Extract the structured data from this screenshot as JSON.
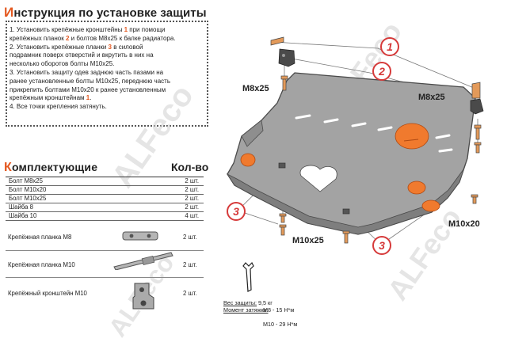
{
  "title": {
    "first_letter": "И",
    "rest": "нструкция по установке защиты"
  },
  "instructions": {
    "s1a": "1.  Установить крепёжные кронштейны ",
    "s1n1": "1",
    "s1b": " при помощи",
    "s1c": "крепёжных планок ",
    "s1n2": "2",
    "s1d": " и болтов М8х25 к балке радиатора.",
    "s2a": "2.  Установить крепёжные планки ",
    "s2n": "3",
    "s2b": " в силовой",
    "s2c": "подрамник поверх отверстий и вкрутить в них на",
    "s2d": "несколько оборотов болты М10х25.",
    "s3a": "3.  Установить защиту одев заднюю часть пазами на",
    "s3b": "ранее установленные болты М10х25, переднюю часть",
    "s3c": "прикрепить болтами М10х20 к ранее установленным",
    "s3d": "крепёжным кронштейнам ",
    "s3n": "1",
    "s3e": ".",
    "s4": "4.  Все точки крепления затянуть."
  },
  "kit": {
    "title_first": "К",
    "title_rest": "омплектующие",
    "qty_title": "Кол-во",
    "rows": [
      {
        "name": "Болт М8х25",
        "qty": "2 шт."
      },
      {
        "name": "Болт М10х20",
        "qty": "2 шт."
      },
      {
        "name": "Болт М10х25",
        "qty": "2 шт."
      },
      {
        "name": "Шайба 8",
        "qty": "2 шт."
      },
      {
        "name": "Шайба 10",
        "qty": "4 шт."
      }
    ],
    "parts": [
      {
        "name": "Крепёжная планка М8",
        "qty": "2 шт."
      },
      {
        "name": "Крепёжная планка М10",
        "qty": "2 шт."
      },
      {
        "name": "Крепёжный кронштейн М10",
        "qty": "2 шт."
      }
    ]
  },
  "diagram": {
    "label_m8_left": "М8x25",
    "label_m8_right": "М8x25",
    "label_m10x25": "М10x25",
    "label_m10x20": "М10x20",
    "callout_1": "1",
    "callout_2": "2",
    "callout_3a": "3",
    "callout_3b": "3"
  },
  "bottom": {
    "weight_label": "Вес защиты:",
    "weight_value": " 9,5 кг",
    "torque_label": "Момент затяжки:",
    "torque_m8": "М8 - 15 Н*м",
    "torque_m10": "М10 - 29 Н*м"
  },
  "watermark": {
    "text": "ALFeco"
  },
  "colors": {
    "accent": "#e4581f",
    "callout": "#d63a3a",
    "plate": "#a3a3a3"
  }
}
